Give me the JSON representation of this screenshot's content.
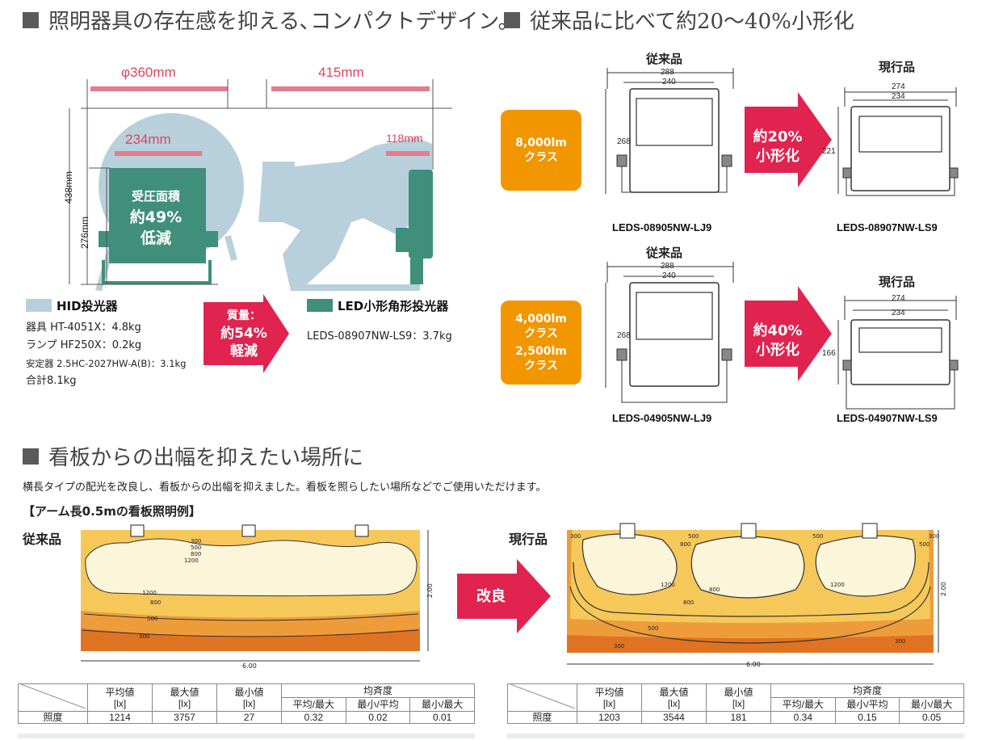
{
  "sections": {
    "s1_title": "照明器具の存在感を抑える､コンパクトデザイン。",
    "s2_title": "従来品に比べて約20〜40%小形化",
    "s3_title": "看板からの出幅を抑えたい場所に"
  },
  "compact": {
    "dim_phi": "φ360mm",
    "dim_415": "415mm",
    "dim_234": "234mm",
    "dim_118": "118mm",
    "dim_438": "438mm",
    "dim_276": "276mm",
    "area_line1": "受圧面積",
    "area_line2": "約49%",
    "area_line3": "低減",
    "hid_legend": "HID投光器",
    "hid_specs": [
      "器具 HT-4051X：4.8kg",
      "ランプ HF250X：0.2kg",
      "安定器 2.5HC-2027HW-A(B)：3.1kg",
      "合計8.1kg"
    ],
    "mass_line1": "質量：",
    "mass_line2": "約54%",
    "mass_line3": "軽減",
    "led_legend": "LED小形角形投光器",
    "led_spec": "LEDS-08907NW-LS9：3.7kg",
    "colors": {
      "hid": "#b8d0dc",
      "led": "#3f8f7b",
      "accent": "#e0244f"
    }
  },
  "compare": {
    "old_label": "従来品",
    "new_label": "現行品",
    "row1": {
      "class_lines": [
        "8,000lm",
        "クラス"
      ],
      "old_w_outer": "288",
      "old_w_inner": "240",
      "old_h": "268",
      "new_w_outer": "274",
      "new_w_inner": "234",
      "new_h": "221",
      "reduce_line1": "約20%",
      "reduce_line2": "小形化",
      "old_model": "LEDS-08905NW-LJ9",
      "new_model": "LEDS-08907NW-LS9"
    },
    "row2": {
      "class_lines": [
        "4,000lm",
        "クラス",
        "2,500lm",
        "クラス"
      ],
      "old_w_outer": "288",
      "old_w_inner": "240",
      "old_h": "268",
      "new_w_outer": "274",
      "new_w_inner": "234",
      "new_h": "166",
      "reduce_line1": "約40%",
      "reduce_line2": "小形化",
      "old_model": "LEDS-04905NW-LJ9",
      "new_model": "LEDS-04907NW-LS9"
    }
  },
  "signboard": {
    "desc": "横長タイプの配光を改良し、看板からの出幅を抑えました。看板を照らしたい場所などでご使用いただけます。",
    "example_title": "【アーム長0.5mの看板照明例】",
    "old_label": "従来品",
    "new_label": "現行品",
    "improve": "改良",
    "width_label": "6.00",
    "height_label": "2.00",
    "old_contours": [
      "300",
      "500",
      "800",
      "1200",
      "1200",
      "800",
      "500",
      "300"
    ],
    "new_contours": [
      "300",
      "500",
      "800",
      "1200",
      "1200",
      "800",
      "800",
      "500",
      "300",
      "300",
      "300",
      "500",
      "500"
    ],
    "table_headers": {
      "avg": "平均値",
      "max": "最大値",
      "min": "最小値",
      "unit": "[lx]",
      "uniformity": "均斉度",
      "u1": "平均/最大",
      "u2": "最小/平均",
      "u3": "最小/最大",
      "row_label": "照度"
    },
    "old_values": {
      "avg": "1214",
      "max": "3757",
      "min": "27",
      "u1": "0.32",
      "u2": "0.02",
      "u3": "0.01"
    },
    "new_values": {
      "avg": "1203",
      "max": "3544",
      "min": "181",
      "u1": "0.34",
      "u2": "0.15",
      "u3": "0.05"
    }
  }
}
